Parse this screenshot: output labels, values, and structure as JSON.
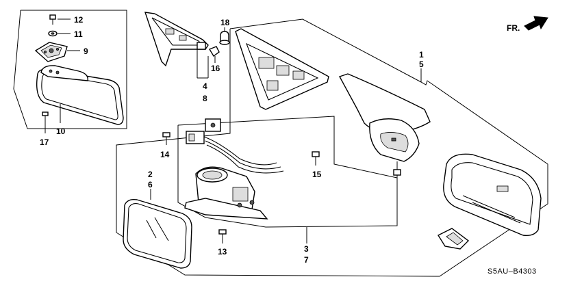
{
  "diagram": {
    "orientation_label": "FR.",
    "part_code": "S5AU–B4303",
    "callouts": {
      "c1": "1",
      "c2": "2",
      "c3": "3",
      "c4": "4",
      "c5": "5",
      "c6": "6",
      "c7": "7",
      "c8": "8",
      "c9": "9",
      "c10": "10",
      "c11": "11",
      "c12": "12",
      "c13": "13",
      "c14": "14",
      "c15": "15",
      "c16": "16",
      "c17": "17",
      "c18": "18"
    },
    "icons": {
      "direction": "arrow-icon"
    }
  }
}
